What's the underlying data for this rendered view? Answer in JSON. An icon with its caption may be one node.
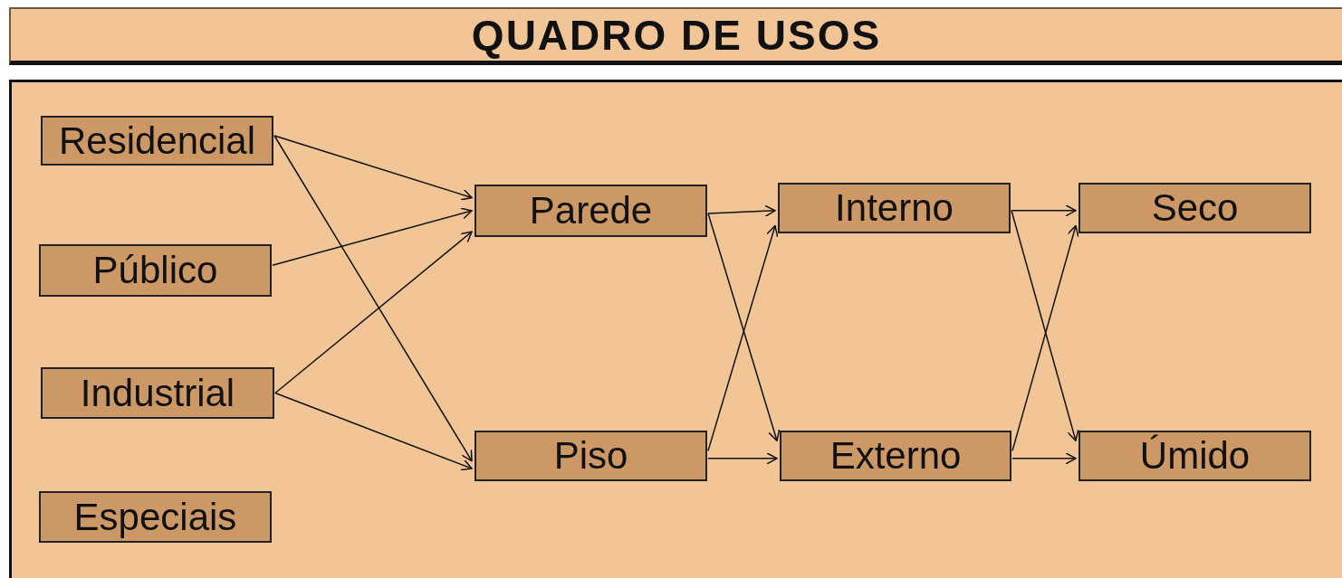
{
  "diagram": {
    "title": "QUADRO DE USOS",
    "nodes": [
      {
        "text": [
          "Residencial"
        ]
      },
      {
        "text": [
          "Público"
        ]
      },
      {
        "text": [
          "Industrial"
        ]
      },
      {
        "text": [
          "Especiais"
        ]
      },
      {
        "text": [
          "Parede"
        ]
      },
      {
        "text": [
          "Piso"
        ]
      },
      {
        "text": [
          "Interno"
        ]
      },
      {
        "text": [
          "Externo"
        ]
      },
      {
        "text": [
          "Seco"
        ]
      },
      {
        "text": [
          "Úmido"
        ]
      }
    ],
    "edges": [
      {
        "from": 0,
        "to": 4,
        "arrow": "to"
      },
      {
        "from": 0,
        "to": 5,
        "arrow": "to"
      },
      {
        "from": 1,
        "to": 4,
        "arrow": "to"
      },
      {
        "from": 2,
        "to": 4,
        "arrow": "to"
      },
      {
        "from": 2,
        "to": 5,
        "arrow": "to"
      },
      {
        "from": 4,
        "to": 6,
        "arrow": "to"
      },
      {
        "from": 4,
        "to": 7,
        "arrow": "to"
      },
      {
        "from": 5,
        "to": 6,
        "arrow": "to"
      },
      {
        "from": 5,
        "to": 7,
        "arrow": "to"
      },
      {
        "from": 6,
        "to": 8,
        "arrow": "to"
      },
      {
        "from": 6,
        "to": 9,
        "arrow": "to"
      },
      {
        "from": 7,
        "to": 8,
        "arrow": "to"
      },
      {
        "from": 7,
        "to": 9,
        "arrow": "to"
      }
    ]
  }
}
